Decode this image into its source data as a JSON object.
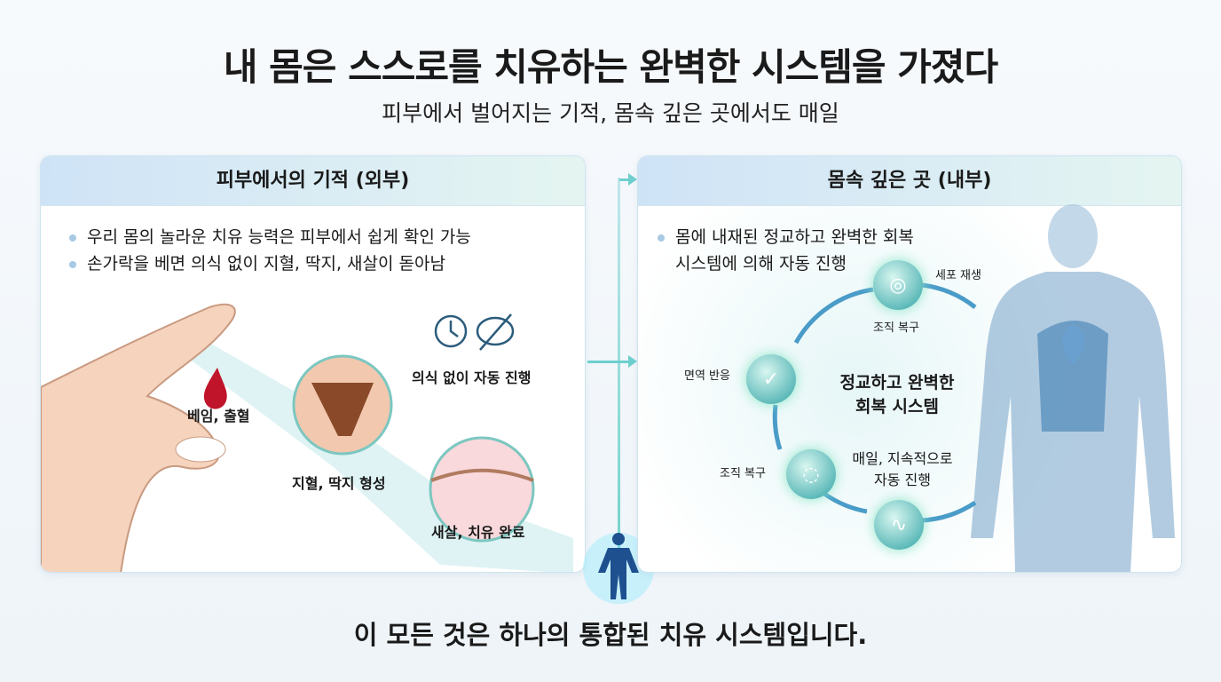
{
  "title": "내 몸은 스스로를 치유하는 완벽한 시스템을 가졌다",
  "subtitle": "피부에서 벌어지는 기적, 몸속 깊은 곳에서도 매일",
  "left_panel": {
    "heading": "피부에서의 기적 (외부)",
    "bullets": [
      "우리 몸의 놀라운 치유 능력은 피부에서 쉽게 확인 가능",
      "손가락을 베면 의식 없이 지혈, 딱지, 새살이 돋아남"
    ],
    "stages": [
      "베임, 출혈",
      "지혈, 딱지 형성",
      "새살, 치유 완료"
    ],
    "auto_label": "의식 없이 자동 진행"
  },
  "right_panel": {
    "heading": "몸속 깊은 곳 (내부)",
    "bullets": [
      "몸에 내재된 정교하고 완벽한 회복 시스템에 의해 자동 진행"
    ],
    "center": [
      "정교하고 완벽한",
      "회복 시스템"
    ],
    "cycle_labels": {
      "cell": "세포 재생",
      "tissue_top": "조직 복구",
      "immune": "면역 반응",
      "tissue_bottom": "조직 복구"
    },
    "continuous": [
      "매일, 지속적으로",
      "자동 진행"
    ]
  },
  "footer": "이 모든 것은 하나의 통합된 치유 시스템입니다.",
  "colors": {
    "accent": "#5ab8b8",
    "blood": "#c0142a",
    "arrow": "#4a9cc8"
  }
}
